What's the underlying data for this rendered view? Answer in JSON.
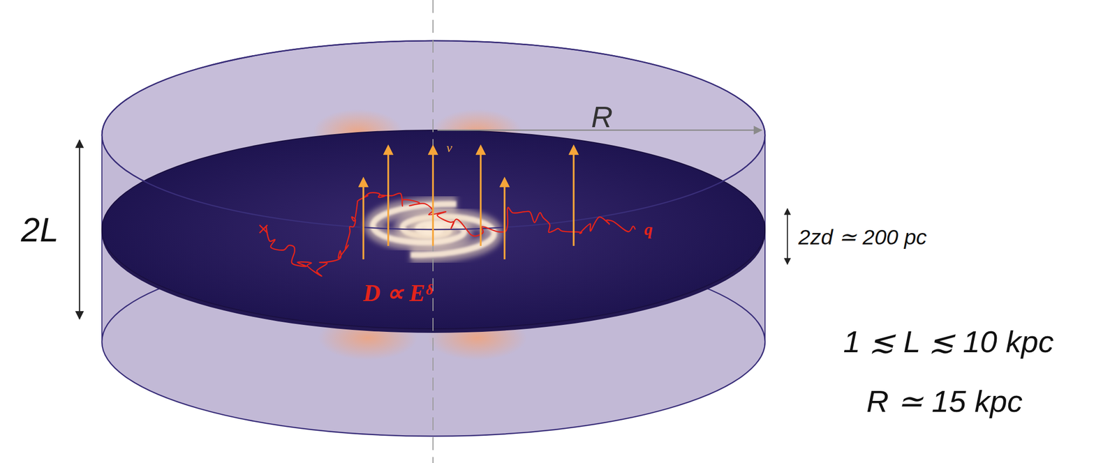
{
  "diagram": {
    "labels": [
      "R",
      "v⃗",
      "2L",
      "2zd ≃ 200 pc",
      "D ∝ Eᵟ",
      "q",
      "1 ≲ L ≲ 10 kpc",
      "R ≃ 15 kpc"
    ]
  }
}
